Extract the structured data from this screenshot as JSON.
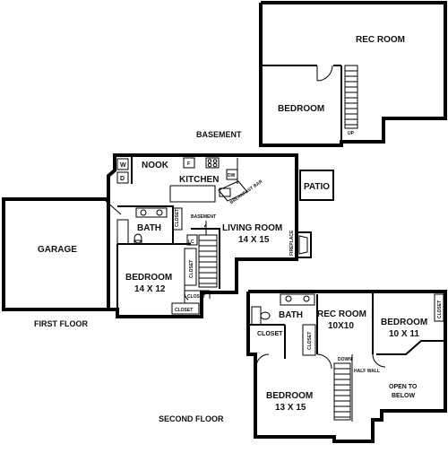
{
  "floors": {
    "basement": "BASEMENT",
    "first": "FIRST FLOOR",
    "second": "SECOND FLOOR"
  },
  "basement": {
    "rec_room": "REC ROOM",
    "bedroom": "BEDROOM",
    "up": "UP"
  },
  "first_floor": {
    "garage": "GARAGE",
    "nook": "NOOK",
    "kitchen": "KITCHEN",
    "patio": "PATIO",
    "bath": "BATH",
    "living_room": "LIVING ROOM",
    "living_room_size": "14 X 15",
    "bedroom": "BEDROOM",
    "bedroom_size": "14 X 12",
    "basement_label": "BASEMENT",
    "fireplace": "FIREPLACE",
    "breakfast_bar": "BREAKFAST BAR",
    "closet_1": "CLOSET",
    "closet_2": "CLOSET",
    "closet_3": "CLOSET",
    "closet_linen": "CLOSET",
    "lc": "LC",
    "washer": "W",
    "dryer": "D",
    "fridge": "F",
    "dishwasher": "DW"
  },
  "second_floor": {
    "bath": "BATH",
    "rec_room": "REC ROOM",
    "rec_room_size": "10X10",
    "bedroom_1": "BEDROOM",
    "bedroom_1_size": "10 X 11",
    "bedroom_2": "BEDROOM",
    "bedroom_2_size": "13 X 15",
    "closet_1": "CLOSET",
    "closet_2": "CLOSET",
    "closet_3": "CLOSET",
    "down": "DOWN",
    "half_wall": "HALF WALL",
    "open_to": "OPEN TO",
    "below": "BELOW"
  }
}
